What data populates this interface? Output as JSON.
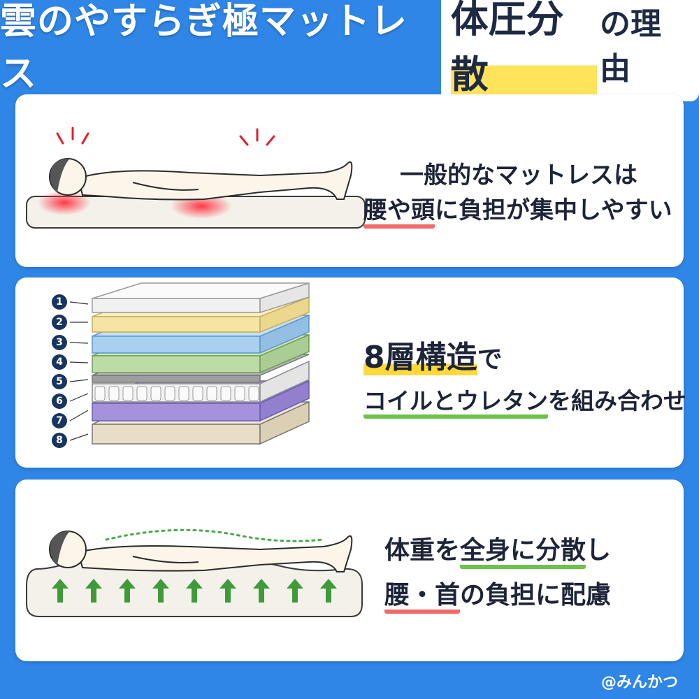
{
  "header": {
    "title_main": "雲のやすらぎ極マットレス",
    "title_highlight": "体圧分散",
    "title_suffix": "の理由"
  },
  "card1": {
    "line1": "一般的なマットレスは",
    "line2_under": "腰や頭",
    "line2_rest": "に負担が集中しやすい"
  },
  "card2": {
    "line1_hl": "8層構造",
    "line1_rest": "で",
    "line2_under": "コイルとウレタン",
    "line2_rest": "を組み合わせ",
    "layers": [
      "1",
      "2",
      "3",
      "4",
      "5",
      "6",
      "7",
      "8"
    ]
  },
  "card3": {
    "line1_a": "体重を",
    "line1_under": "全身に分散",
    "line1_b": "し",
    "line2_under": "腰・首",
    "line2_rest": "の負担に配慮"
  },
  "footer": {
    "handle": "@みんかつ"
  },
  "colors": {
    "background": "#2f86e6",
    "accent_yellow": "#ffd93a",
    "accent_red": "#f06a6a",
    "accent_green": "#6cc24a"
  }
}
